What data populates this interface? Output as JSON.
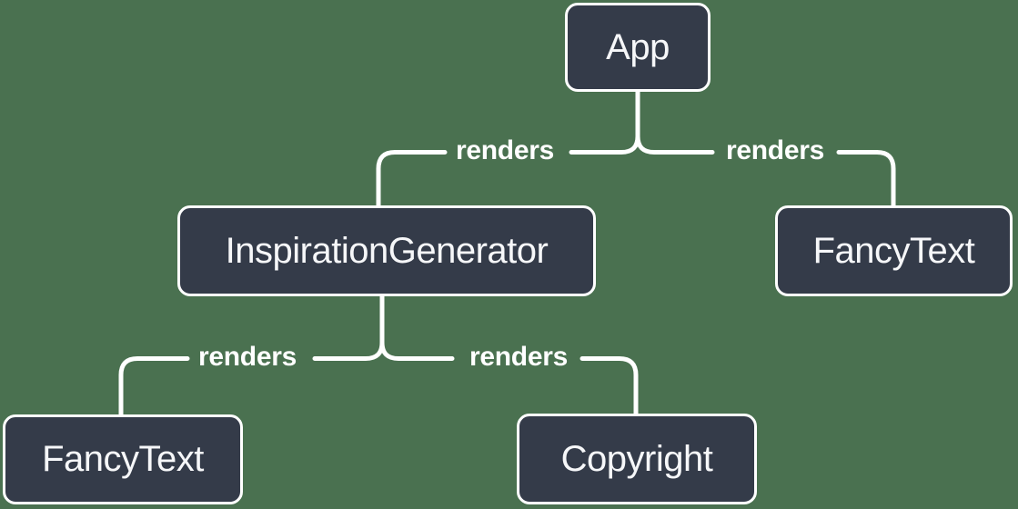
{
  "colors": {
    "background": "#4A7150",
    "node_fill": "#343B49",
    "node_border": "#FFFFFF",
    "line": "#FFFFFF",
    "text": "#F6F7F9"
  },
  "diagram": {
    "type": "react-component-render-tree",
    "nodes": [
      {
        "id": "app",
        "label": "App"
      },
      {
        "id": "inspiration-generator",
        "label": "InspirationGenerator"
      },
      {
        "id": "fancy-text-right",
        "label": "FancyText"
      },
      {
        "id": "fancy-text-left",
        "label": "FancyText"
      },
      {
        "id": "copyright",
        "label": "Copyright"
      }
    ],
    "edges": [
      {
        "from": "App",
        "to": "InspirationGenerator",
        "label": "renders"
      },
      {
        "from": "App",
        "to": "FancyText",
        "label": "renders"
      },
      {
        "from": "InspirationGenerator",
        "to": "FancyText",
        "label": "renders"
      },
      {
        "from": "InspirationGenerator",
        "to": "Copyright",
        "label": "renders"
      }
    ]
  }
}
